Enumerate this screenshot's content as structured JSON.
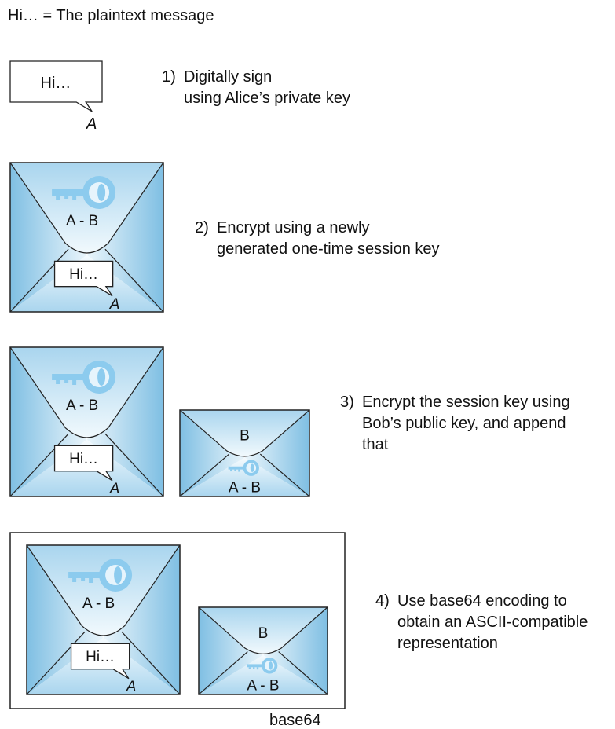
{
  "legend": "Hi… = The plaintext message",
  "message_text": "Hi…",
  "signer_label": "A",
  "steps": [
    {
      "number": "1)",
      "lines": [
        "Digitally sign",
        "using Alice’s private key"
      ]
    },
    {
      "number": "2)",
      "lines": [
        "Encrypt using a newly",
        "generated one-time session key"
      ]
    },
    {
      "number": "3)",
      "lines": [
        "Encrypt the session key using",
        "Bob’s public key, and append",
        "that"
      ]
    },
    {
      "number": "4)",
      "lines": [
        "Use base64 encoding to",
        "obtain an ASCII-compatible",
        "representation"
      ]
    }
  ],
  "session_key_label": "A - B",
  "public_key_label": "B",
  "wrapper_label": "base64",
  "colors": {
    "envelope_blue": "#7fbfe3",
    "envelope_light": "#eaf5fb",
    "key_blue": "#8ccbee",
    "outline": "#222222"
  },
  "icons": [
    "speech-bubble-icon",
    "key-icon",
    "envelope-icon"
  ]
}
